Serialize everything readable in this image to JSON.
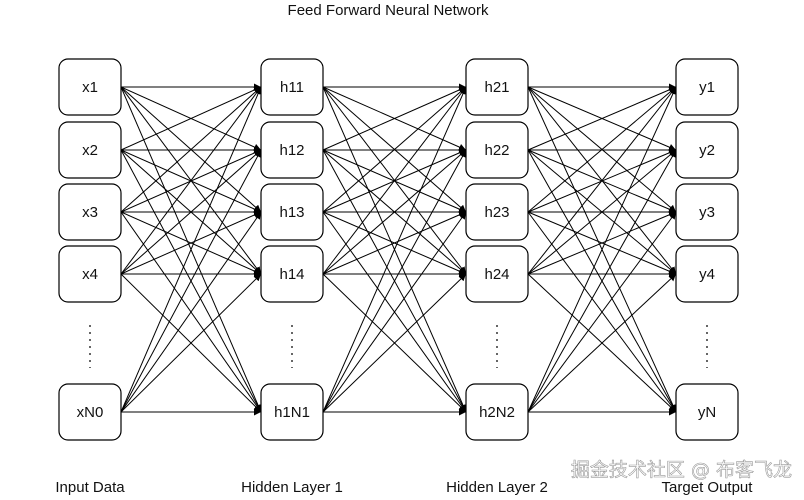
{
  "title": "Feed Forward Neural Network",
  "layers": [
    {
      "label": "Input Data",
      "nodes": [
        "x1",
        "x2",
        "x3",
        "x4",
        "xN0"
      ]
    },
    {
      "label": "Hidden Layer 1",
      "nodes": [
        "h11",
        "h12",
        "h13",
        "h14",
        "h1N1"
      ]
    },
    {
      "label": "Hidden Layer 2",
      "nodes": [
        "h21",
        "h22",
        "h23",
        "h24",
        "h2N2"
      ]
    },
    {
      "label": "Target Output",
      "nodes": [
        "y1",
        "y2",
        "y3",
        "y4",
        "yN"
      ]
    }
  ],
  "connectivity": "fully-connected",
  "watermark": "掘金技术社区 @ 布客飞龙"
}
